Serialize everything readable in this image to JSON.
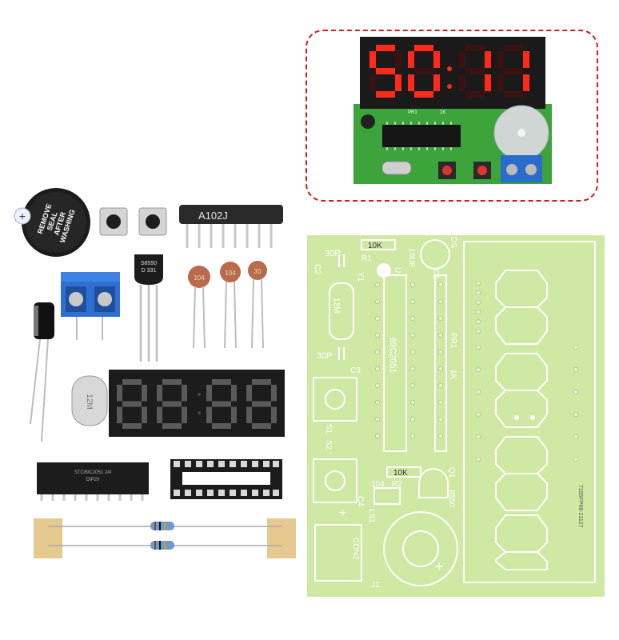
{
  "assembled": {
    "display_digits": [
      "5",
      "0",
      "1",
      "1"
    ],
    "segment_color": "#ff2a1a",
    "display_bg": "#1a1a1a",
    "labels": {
      "pr1": "PR1",
      "r1k": "1K",
      "buzzer_text": "REMOVE SEAL AFTER WASHING"
    }
  },
  "components": {
    "buzzer_lines": [
      "REMOVE",
      "SEAL",
      "AFTER",
      "WASHING"
    ],
    "resistor_network": "A102J",
    "transistor": [
      "S8550",
      "D 331"
    ],
    "ceramic_caps": [
      "104",
      "104",
      "30"
    ],
    "crystal_text": "12M",
    "ic_text": [
      "STC89C2051 24I",
      "DIP20"
    ]
  },
  "pcb": {
    "board_color": "#cfe8a4",
    "silk_color": "#ffffff",
    "labels": {
      "c30p_top": "30P",
      "r1_value": "10K",
      "r1": "R1",
      "c2": "C2",
      "y1": "Y1",
      "u1": "U1",
      "c1_value": "10UF",
      "c1": "C1",
      "ds": "DS",
      "crystal": "12M",
      "mcu": "89C2051",
      "pr1": "PR1",
      "r1k": "1K",
      "c30p_bottom": "30P",
      "c3": "C3",
      "s1": "S1",
      "s2": "S2",
      "r2_value": "10K",
      "r2_cap": "104",
      "r2": "R2",
      "q1": "Q1",
      "q1_part": "8550",
      "c4": "C4",
      "ls1": "LS1",
      "con2": "CON2",
      "j1": "J1",
      "plus_buzzer": "+",
      "plus_c4": "+",
      "board_code": "7155FP68-21127"
    }
  }
}
